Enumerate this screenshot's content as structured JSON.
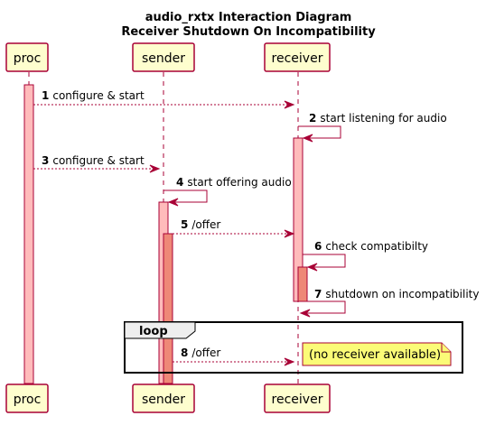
{
  "diagram": {
    "title_line1": "audio_rxtx Interaction Diagram",
    "title_line2": "Receiver Shutdown On Incompatibility"
  },
  "participants": {
    "proc": "proc",
    "sender": "sender",
    "receiver": "receiver"
  },
  "messages": [
    {
      "num": "1",
      "text": "configure & start",
      "from": "proc",
      "to": "receiver",
      "style": "dashed"
    },
    {
      "num": "2",
      "text": "start listening for audio",
      "from": "receiver",
      "to": "receiver",
      "style": "solid"
    },
    {
      "num": "3",
      "text": "configure & start",
      "from": "proc",
      "to": "sender",
      "style": "dashed"
    },
    {
      "num": "4",
      "text": "start offering audio",
      "from": "sender",
      "to": "sender",
      "style": "solid"
    },
    {
      "num": "5",
      "text": "/offer",
      "from": "sender",
      "to": "receiver",
      "style": "dashed"
    },
    {
      "num": "6",
      "text": "check compatibilty",
      "from": "receiver",
      "to": "receiver",
      "style": "solid"
    },
    {
      "num": "7",
      "text": "shutdown on incompatibility",
      "from": "receiver",
      "to": "receiver",
      "style": "solid"
    },
    {
      "num": "8",
      "text": "/offer",
      "from": "sender",
      "to": "receiver",
      "style": "dashed"
    }
  ],
  "loop": {
    "label": "loop"
  },
  "note": {
    "text": "(no receiver available)"
  },
  "colors": {
    "border": "#A80036",
    "participant_fill": "#FEFECE",
    "activation": "#FFBBBB",
    "activation_nested": "#EE8877",
    "note_fill": "#FBFB77"
  }
}
